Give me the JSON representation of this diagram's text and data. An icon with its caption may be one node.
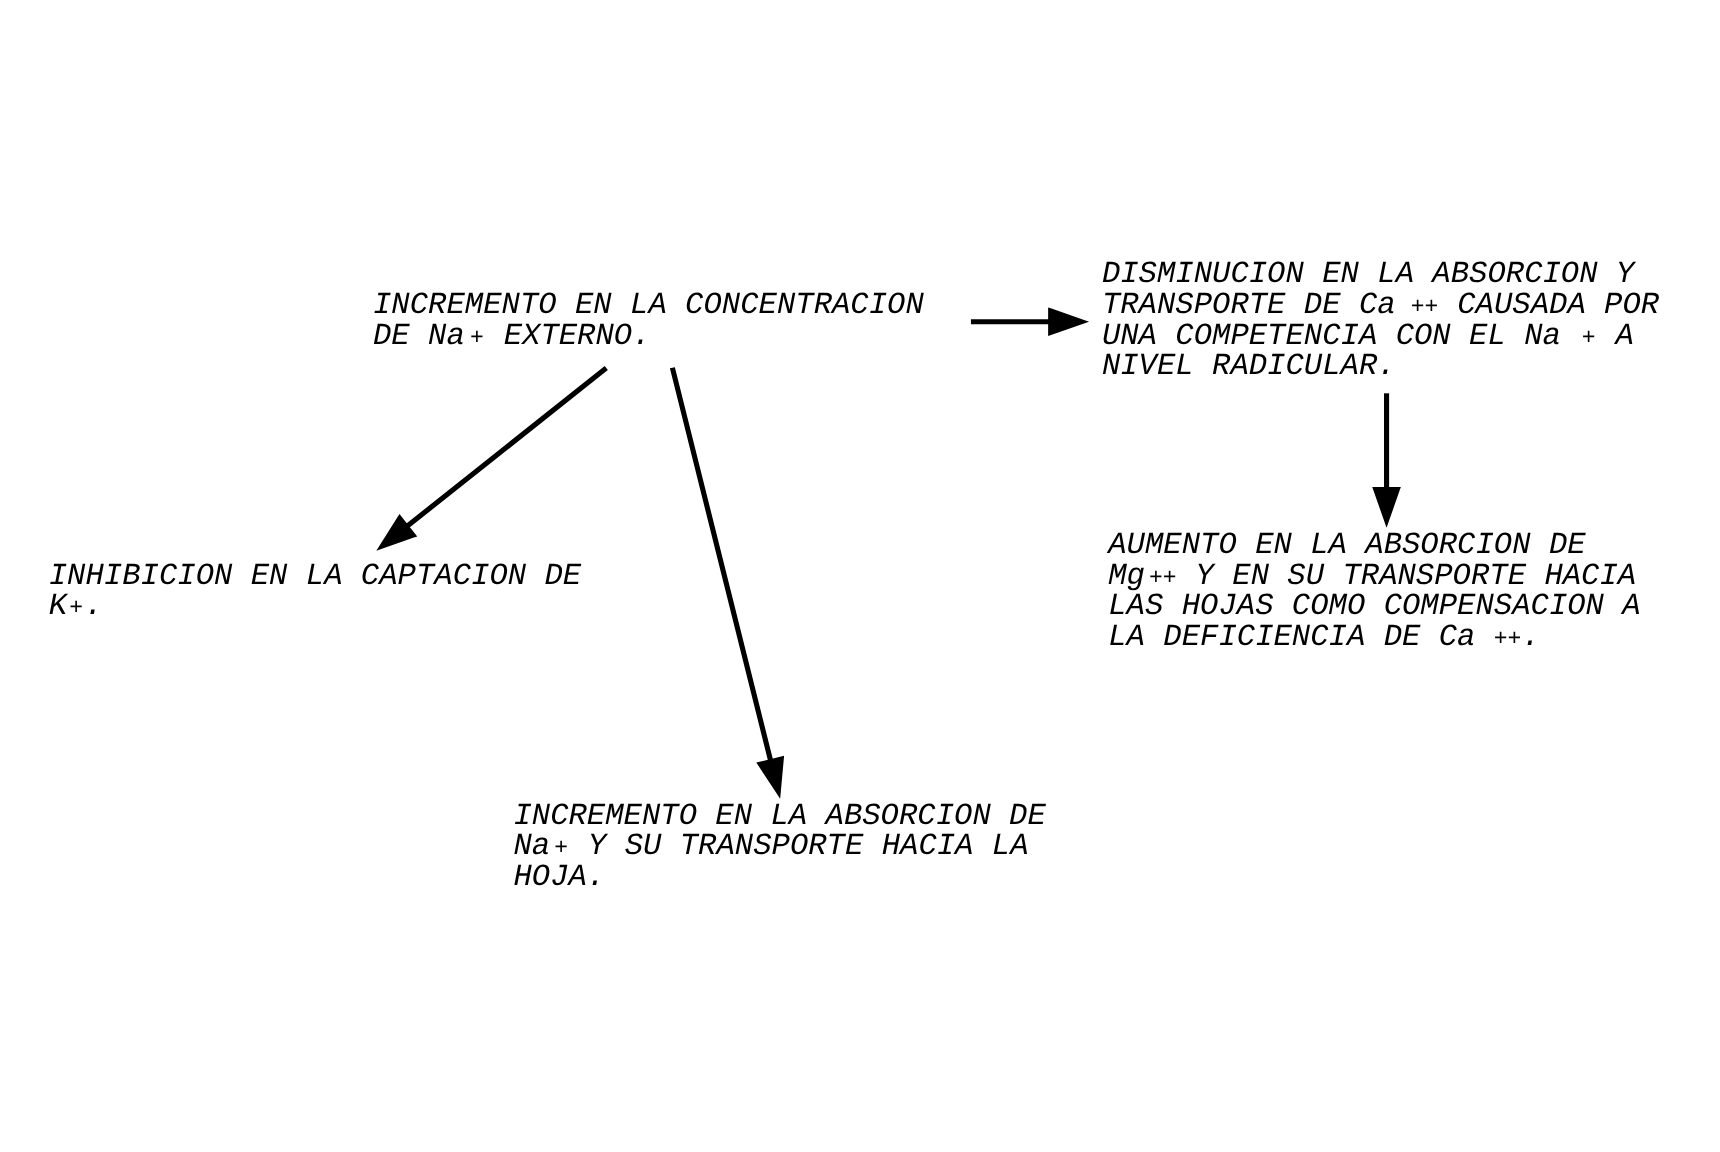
{
  "diagram": {
    "nodes": [
      {
        "text": [
          "INCREMENTO EN LA CONCENTRACION DE Na$^{+}$ EXTERNO."
        ]
      },
      {
        "text": [
          "DISMINUCION EN LA ABSORCION Y TRANSPORTE DE Ca$^{++}$ CAUSADA POR UNA COMPETENCIA CON EL Na$^{+}$ A NIVEL RADICULAR."
        ]
      },
      {
        "text": [
          "INHIBICION EN LA CAPTACION DE K$^{+}$."
        ]
      },
      {
        "text": [
          "AUMENTO EN LA ABSORCION DE Mg$^{++}$ Y EN SU TRANSPORTE HACIA LAS HOJAS COMO COMPENSACION A LA DEFICIENCIA DE Ca$^{++}$."
        ]
      },
      {
        "text": [
          "INCREMENTO EN LA ABSORCION DE Na$^{+}$ Y SU TRANSPORTE HACIA LA HOJA."
        ]
      }
    ],
    "edges": [
      {
        "from": 0,
        "to": 1,
        "arrow": "to"
      },
      {
        "from": 0,
        "to": 2,
        "arrow": "to"
      },
      {
        "from": 0,
        "to": 4,
        "arrow": "to"
      },
      {
        "from": 1,
        "to": 3,
        "arrow": "to"
      }
    ]
  }
}
